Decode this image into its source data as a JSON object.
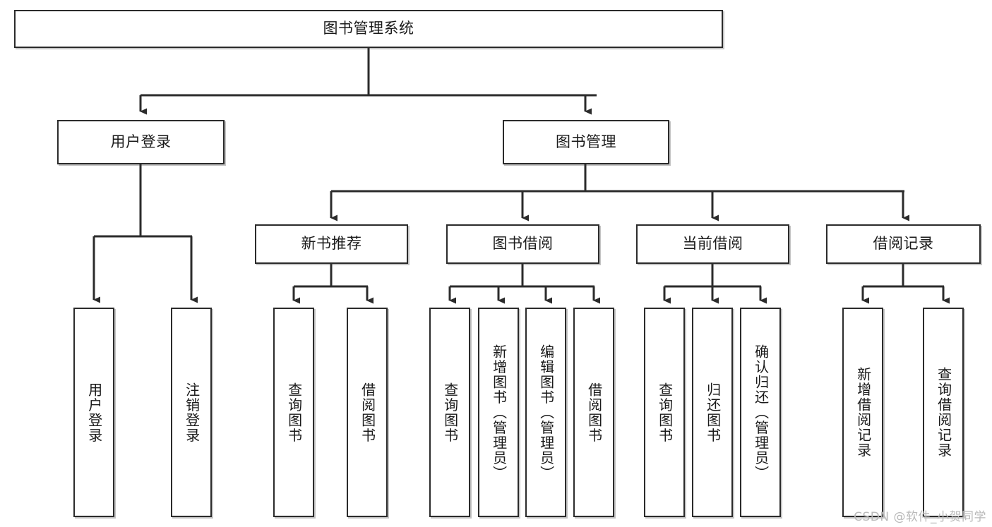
{
  "diagram": {
    "type": "tree",
    "title": "图书管理系统",
    "watermark": "CSDN @软件_小贺同学",
    "colors": {
      "box_border": "#2b2b2b",
      "box_fill": "#ffffff",
      "connector": "#2b2b2b",
      "text": "#1a1a1a",
      "watermark": "#b9b9b9"
    },
    "levels": [
      {
        "level": 1,
        "nodes": [
          {
            "id": "root",
            "label": "图书管理系统",
            "orientation": "horizontal"
          }
        ]
      },
      {
        "level": 2,
        "nodes": [
          {
            "id": "login",
            "label": "用户登录",
            "orientation": "horizontal",
            "parent": "root"
          },
          {
            "id": "bookmgmt",
            "label": "图书管理",
            "orientation": "horizontal",
            "parent": "root"
          }
        ]
      },
      {
        "level": 3,
        "nodes": [
          {
            "id": "newbook",
            "label": "新书推荐",
            "orientation": "horizontal",
            "parent": "bookmgmt"
          },
          {
            "id": "borrow",
            "label": "图书借阅",
            "orientation": "horizontal",
            "parent": "bookmgmt"
          },
          {
            "id": "current",
            "label": "当前借阅",
            "orientation": "horizontal",
            "parent": "bookmgmt"
          },
          {
            "id": "records",
            "label": "借阅记录",
            "orientation": "horizontal",
            "parent": "bookmgmt"
          }
        ]
      },
      {
        "level": 4,
        "nodes": [
          {
            "id": "leaf-1",
            "label": "用户登录",
            "orientation": "vertical",
            "parent": "login"
          },
          {
            "id": "leaf-2",
            "label": "注销登录",
            "orientation": "vertical",
            "parent": "login"
          },
          {
            "id": "leaf-3",
            "label": "查询图书",
            "orientation": "vertical",
            "parent": "newbook"
          },
          {
            "id": "leaf-4",
            "label": "借阅图书",
            "orientation": "vertical",
            "parent": "newbook"
          },
          {
            "id": "leaf-5",
            "label": "查询图书",
            "orientation": "vertical",
            "parent": "borrow"
          },
          {
            "id": "leaf-6",
            "label": "新增图书（管理员）",
            "orientation": "vertical",
            "parent": "borrow"
          },
          {
            "id": "leaf-7",
            "label": "编辑图书（管理员）",
            "orientation": "vertical",
            "parent": "borrow"
          },
          {
            "id": "leaf-8",
            "label": "借阅图书",
            "orientation": "vertical",
            "parent": "borrow"
          },
          {
            "id": "leaf-9",
            "label": "查询图书",
            "orientation": "vertical",
            "parent": "current"
          },
          {
            "id": "leaf-10",
            "label": "归还图书",
            "orientation": "vertical",
            "parent": "current"
          },
          {
            "id": "leaf-11",
            "label": "确认归还（管理员）",
            "orientation": "vertical",
            "parent": "current"
          },
          {
            "id": "leaf-12",
            "label": "新增借阅记录",
            "orientation": "vertical",
            "parent": "records"
          },
          {
            "id": "leaf-13",
            "label": "查询借阅记录",
            "orientation": "vertical",
            "parent": "records"
          }
        ]
      }
    ]
  }
}
